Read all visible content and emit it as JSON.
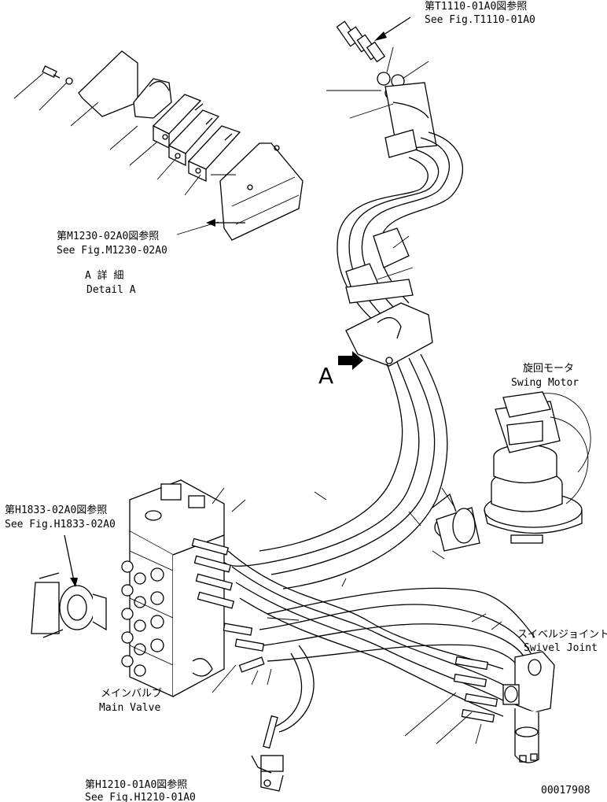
{
  "callouts": {
    "t1110": {
      "jp": "第T1110-01A0図参照",
      "en": "See Fig.T1110-01A0"
    },
    "m1230": {
      "jp": "第M1230-02A0図参照",
      "en": "See Fig.M1230-02A0"
    },
    "detail": {
      "jp": "A 詳 細",
      "en": "Detail A"
    },
    "h1833": {
      "jp": "第H1833-02A0図参照",
      "en": "See Fig.H1833-02A0"
    },
    "swing_motor": {
      "jp": "旋回モータ",
      "en": "Swing Motor"
    },
    "swivel_joint": {
      "jp": "スイベルジョイント",
      "en": "Swivel Joint"
    },
    "main_valve": {
      "jp": "メインバルブ",
      "en": "Main Valve"
    },
    "h1210": {
      "jp": "第H1210-01A0図参照",
      "en": "See Fig.H1210-01A0"
    }
  },
  "view_marker": "A",
  "drawing_number": "00017908",
  "colors": {
    "line": "#000000",
    "background": "#ffffff"
  }
}
